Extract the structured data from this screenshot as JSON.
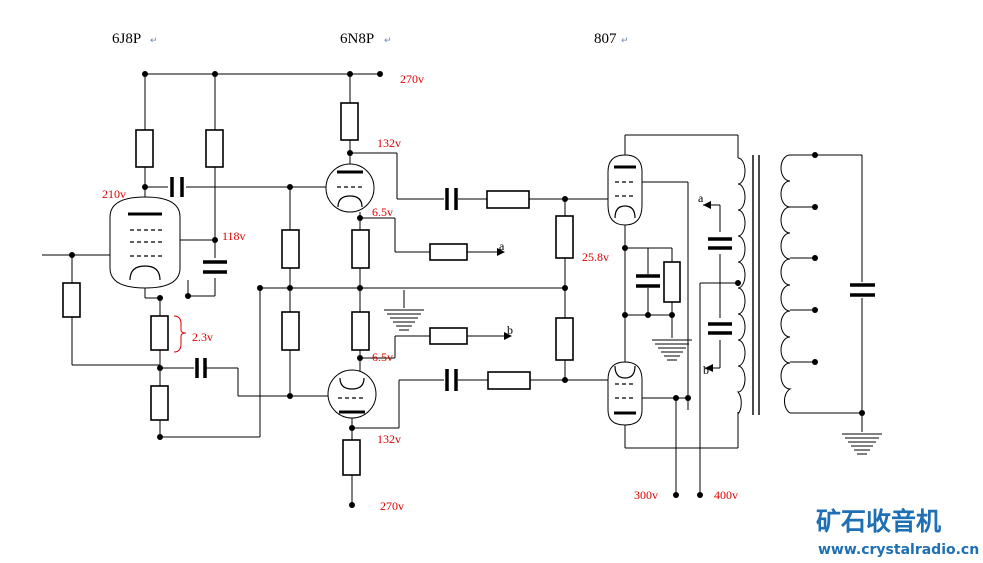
{
  "tubes": {
    "driver": "6J8P",
    "phase_splitter": "6N8P",
    "output": "807"
  },
  "voltages": {
    "b_plus_top": "270v",
    "b_plus_bottom": "270v",
    "driver_plate": "210v",
    "driver_screen": "118v",
    "driver_cathode": "2.3v",
    "splitter_plate_upper": "132v",
    "splitter_cathode_upper": "6.5v",
    "splitter_cathode_lower": "6.5v",
    "splitter_plate_lower": "132v",
    "output_cathode": "25.8v",
    "screen_supply": "300v",
    "plate_supply": "400v"
  },
  "nodes": {
    "a_out": "a",
    "b_out": "b",
    "a_in": "a",
    "b_in": "b"
  },
  "watermark": {
    "title": "矿石收音机",
    "url": "www.crystalradio.cn"
  },
  "return_mark": "↵"
}
